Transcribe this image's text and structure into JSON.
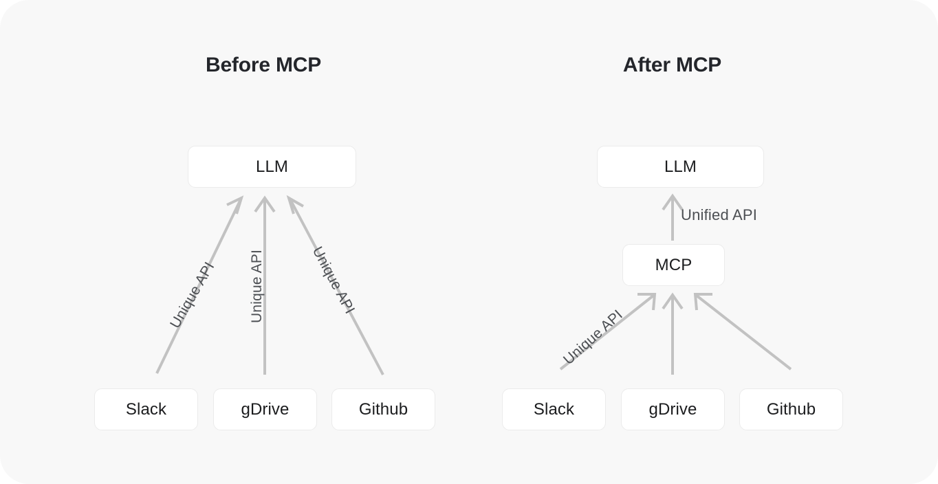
{
  "canvas": {
    "background": "#f8f8f8",
    "node_fill": "#ffffff",
    "node_border": "#ebebeb",
    "arrow_color": "#c2c2c2",
    "title_color": "#24262b",
    "label_color": "#4c4f53"
  },
  "panels": {
    "before": {
      "title": "Before MCP",
      "top_node": {
        "label": "LLM"
      },
      "sources": [
        {
          "label": "Slack"
        },
        {
          "label": "gDrive"
        },
        {
          "label": "Github"
        }
      ],
      "edge_labels": [
        "Unique API",
        "Unique API",
        "Unique API"
      ]
    },
    "after": {
      "title": "After MCP",
      "top_node": {
        "label": "LLM"
      },
      "middle_node": {
        "label": "MCP"
      },
      "unified_label": "Unified API",
      "sources": [
        {
          "label": "Slack"
        },
        {
          "label": "gDrive"
        },
        {
          "label": "Github"
        }
      ],
      "edge_labels": [
        "Unique API"
      ]
    }
  }
}
